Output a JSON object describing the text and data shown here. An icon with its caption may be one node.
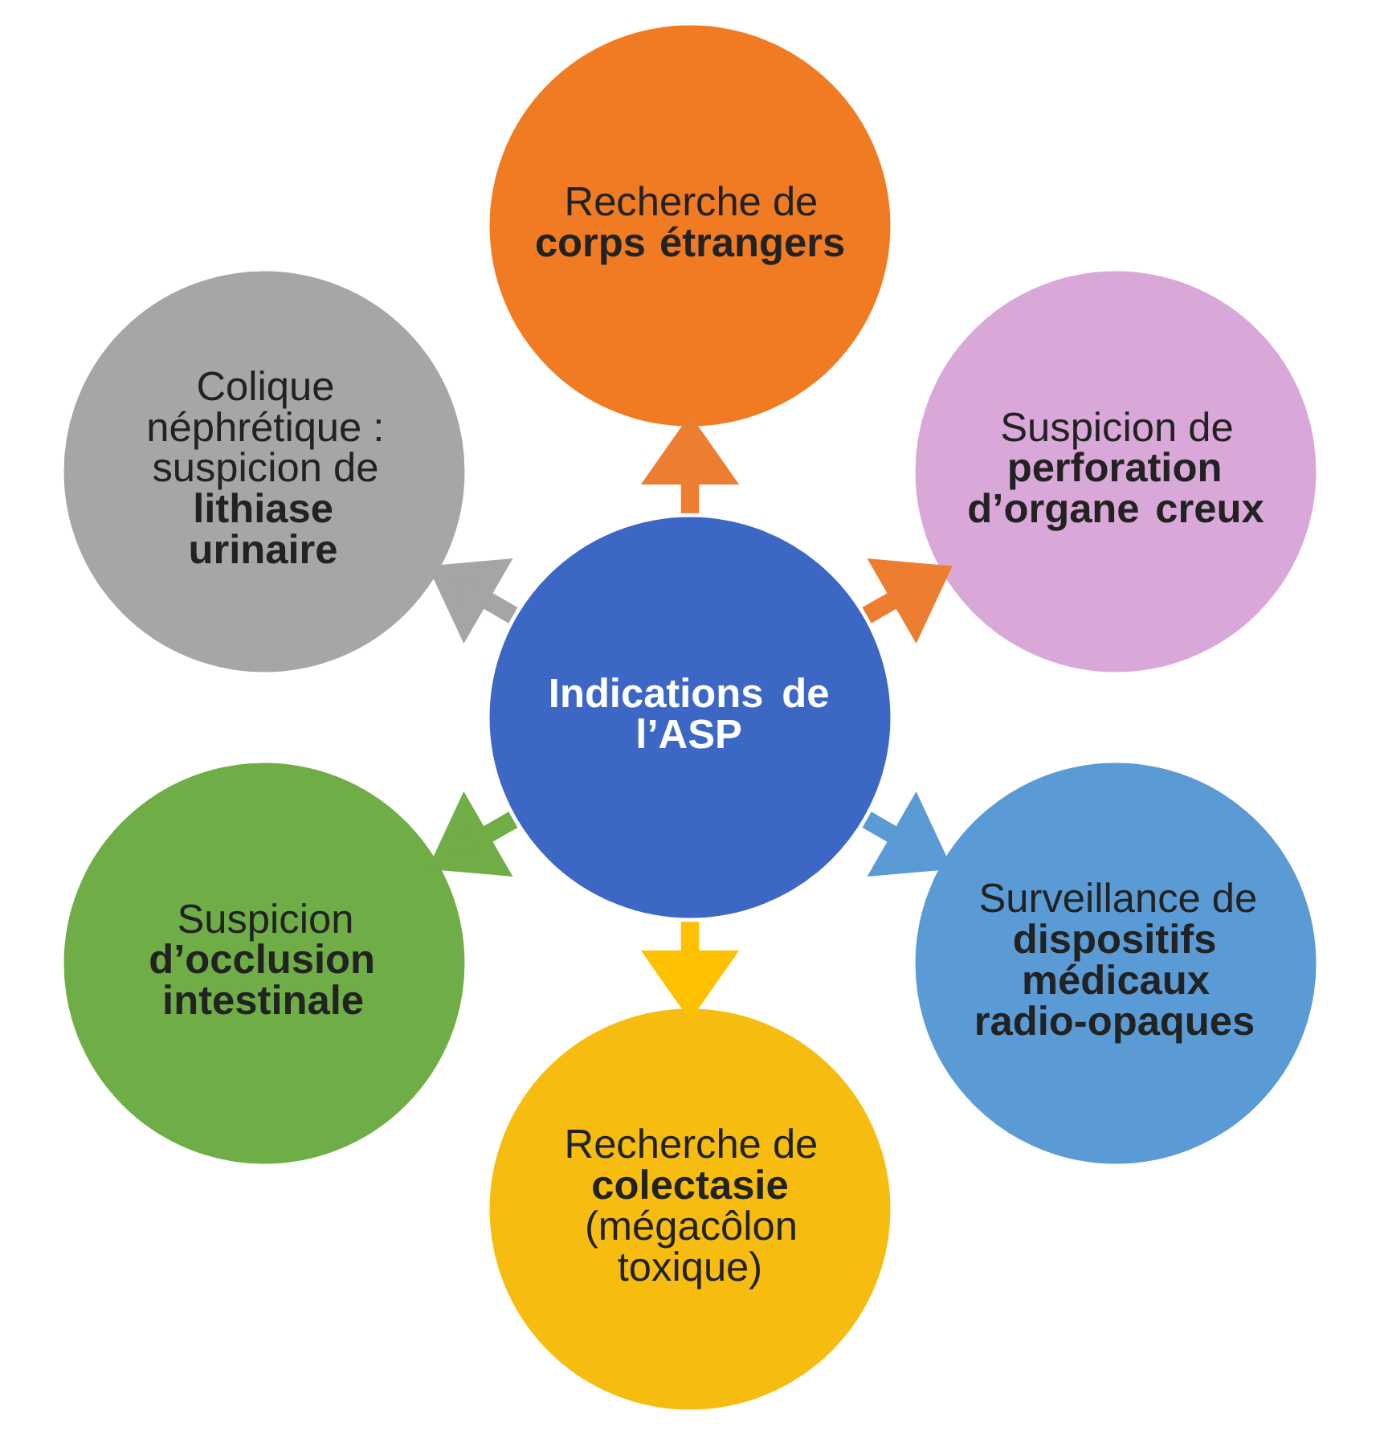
{
  "diagram": {
    "nodes": [
      {
        "text": [
          "Suspicion de **perforation d’organe creux**"
        ]
      },
      {
        "text": [
          "Recherche de **corps étrangers**"
        ]
      },
      {
        "text": [
          "Colique néphrétique : suspicion de **lithiase urinaire**"
        ]
      },
      {
        "text": [
          "Indications de l’ASP"
        ]
      },
      {
        "text": [
          "Suspicion **d’occlusion intestinale**"
        ]
      },
      {
        "text": [
          "Recherche de **colectasie** (mégacôlon toxique)"
        ]
      },
      {
        "text": [
          "Surveillance de **dispositifs médicaux radio-opaques**"
        ]
      }
    ],
    "edges": [
      {
        "from": 3,
        "to": 0,
        "arrow": "to",
        "color": "#ed7d31"
      },
      {
        "from": 3,
        "to": 2,
        "arrow": "to",
        "color": "#a5a5a5"
      },
      {
        "from": 3,
        "to": 5,
        "arrow": "to",
        "color": "#ffc000"
      },
      {
        "from": 3,
        "to": 6,
        "arrow": "to",
        "color": "#5b9bd5"
      },
      {
        "from": 3,
        "to": 4,
        "arrow": "to",
        "color": "#70ad47"
      },
      {
        "from": 3,
        "to": 1,
        "arrow": "to",
        "color": "#ed7d31"
      }
    ]
  }
}
